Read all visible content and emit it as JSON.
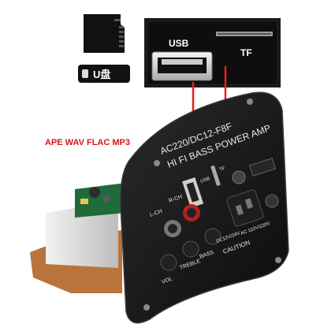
{
  "top_icons": {
    "udisk_label": "U盘"
  },
  "closeup": {
    "usb_label": "USB",
    "tf_label": "TF"
  },
  "formats_text": "APE WAV FLAC MP3",
  "panel": {
    "model_text": "AC220/DC12-F8F",
    "name_text": "HI FI BASS POWER AMP",
    "usb_label": "USB",
    "tf_label": "TF",
    "lch_label": "L-CH",
    "rch_label": "R-CH",
    "vol_label": "VOL",
    "treble_label": "TREBLE",
    "bass_label": "BASS",
    "caution_label": "CAUTION",
    "voltage_label": "DC12V/24V",
    "ac_label": "AC 110V/220V"
  },
  "colors": {
    "formats_red": "#d4161c",
    "pointer_red": "#e2231a",
    "panel_black": "#121212",
    "plate_silver": "#d9d9d9",
    "pcb_green": "#1f6b3a"
  }
}
